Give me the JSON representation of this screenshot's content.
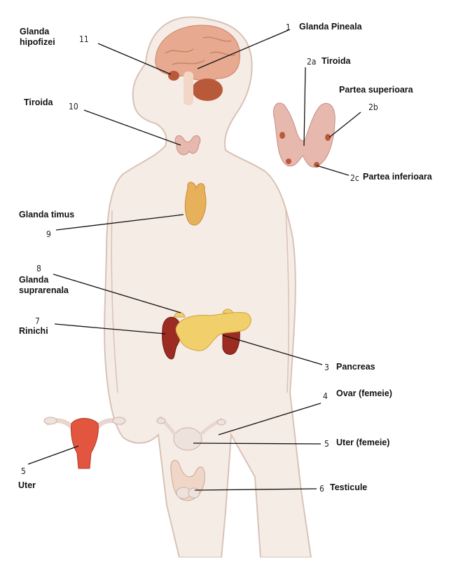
{
  "labels": {
    "pineal": {
      "number": "1",
      "text": "Glanda Pineala"
    },
    "thyroid_main": {
      "number": "2a",
      "text": "Tiroida"
    },
    "upper_part": {
      "text": "Partea superioara",
      "number": "2b"
    },
    "lower_part": {
      "number": "2c",
      "text": "Partea inferioara"
    },
    "pancreas": {
      "number": "3",
      "text": "Pancreas"
    },
    "ovary": {
      "number": "4",
      "text": "Ovar (femeie)"
    },
    "uterus_female": {
      "number": "5",
      "text": "Uter (femeie)"
    },
    "testicles": {
      "number": "6",
      "text": "Testicule"
    },
    "kidneys": {
      "number": "7",
      "text": "Rinichi"
    },
    "adrenal": {
      "number": "8",
      "text": "Glanda suprarenala"
    },
    "thymus": {
      "text": "Glanda timus",
      "number": "9"
    },
    "thyroid_left": {
      "text": "Tiroida",
      "number": "10"
    },
    "pituitary": {
      "text": "Glanda hipofizei",
      "number": "11"
    },
    "uterus_left": {
      "number": "5",
      "text": "Uter"
    }
  },
  "colors": {
    "body_fill": "#f6ece6",
    "body_outline": "#d8c2b6",
    "brain": "#e8a991",
    "cerebellum": "#b85a3a",
    "thyroid": "#e7b8ae",
    "thymus": "#e7b05a",
    "pancreas": "#f1cf6a",
    "kidney": "#9c2b22",
    "uterus": "#e2553f",
    "leader_line": "#111111"
  }
}
